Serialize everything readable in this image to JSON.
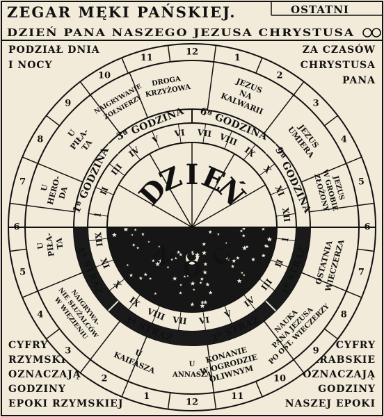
{
  "header": {
    "title": "ZEGAR MĘKI PAŃSKIEJ.",
    "right_top": "OSTATNI",
    "line2": "DZIEŃ PANA NASZEGO JEZUSA CHRYSTUSA"
  },
  "corners": {
    "tl": [
      "PODZIAŁ DNIA",
      "I NOCY"
    ],
    "tr": [
      "ZA CZASÓW",
      "CHRYSTUSA",
      "PANA"
    ],
    "bl": [
      "CYFRY",
      "RZYMSKIE",
      "OZNACZAJĄ",
      "GODZINY",
      "EPOKI RZYMSKIEJ"
    ],
    "br": [
      "CYFRY",
      "ARABSKIE",
      "OZNACZAJĄ",
      "GODZINY",
      "NASZEJ EPOKI"
    ]
  },
  "outer_arabic": [
    "12",
    "1",
    "2",
    "3",
    "4",
    "5",
    "6",
    "7",
    "8",
    "9",
    "10",
    "11",
    "12",
    "1",
    "2",
    "3",
    "4",
    "5",
    "6",
    "7",
    "8",
    "9",
    "10",
    "11"
  ],
  "events": {
    "droga": [
      "DROGA",
      "KRZYŻOWA"
    ],
    "naigrywanie": [
      "NAIGRYWANIE",
      "ŻOŁNIERZY"
    ],
    "pilata1": [
      "U",
      "PIŁA-",
      "TA"
    ],
    "heroda": [
      "U",
      "HERO-",
      "DA"
    ],
    "pilata2": [
      "U",
      "PIŁA-",
      "TA"
    ],
    "naigrywanie_slug": [
      "NAIGRYWA-",
      "NIE SŁUŻALCÓW",
      "W WIĘZIENIU"
    ],
    "kaifasza": [
      "U",
      "KAIFASZA"
    ],
    "annasza": [
      "U",
      "ANNASZA"
    ],
    "konanie": [
      "KONANIE",
      "W OGRODZIE",
      "OLIWNYM"
    ],
    "nauka": [
      "NAUKA",
      "PANA JEZUSA",
      "PO OST. WIECZERZY"
    ],
    "wieczerza": [
      "OSTATNIA",
      "WIECZERZA"
    ],
    "kalwaria": [
      "JEZUS",
      "NA",
      "KALWARII"
    ],
    "umiera": [
      "JEZUS",
      "UMIERA"
    ],
    "grob": [
      "JEZUS",
      "W GROBIE",
      "ZŁOŻONY"
    ]
  },
  "hours": {
    "h1": "1ª GODZINA",
    "h3": "3ª GODZINA",
    "h6": "6ª GODZINA",
    "h9": "9ª GODZINA"
  },
  "watches": {
    "s1": "1ª STRAŻ",
    "s2": "2ª STRAŻ",
    "s3": "3ª STRAŻ",
    "s4": "4ª STRAŻ"
  },
  "roman_day": [
    "I",
    "II",
    "III",
    "IV",
    "V",
    "VI",
    "VII",
    "VIII",
    "IX",
    "X",
    "XI",
    "XII"
  ],
  "roman_night": [
    "I",
    "II",
    "III",
    "IV",
    "V",
    "VI",
    "VII",
    "VIII",
    "IX",
    "X",
    "XI",
    "XII"
  ],
  "center": {
    "day": [
      "D",
      "Z",
      "I",
      "E",
      "Ń"
    ],
    "night": [
      "N",
      "O",
      "C"
    ]
  }
}
